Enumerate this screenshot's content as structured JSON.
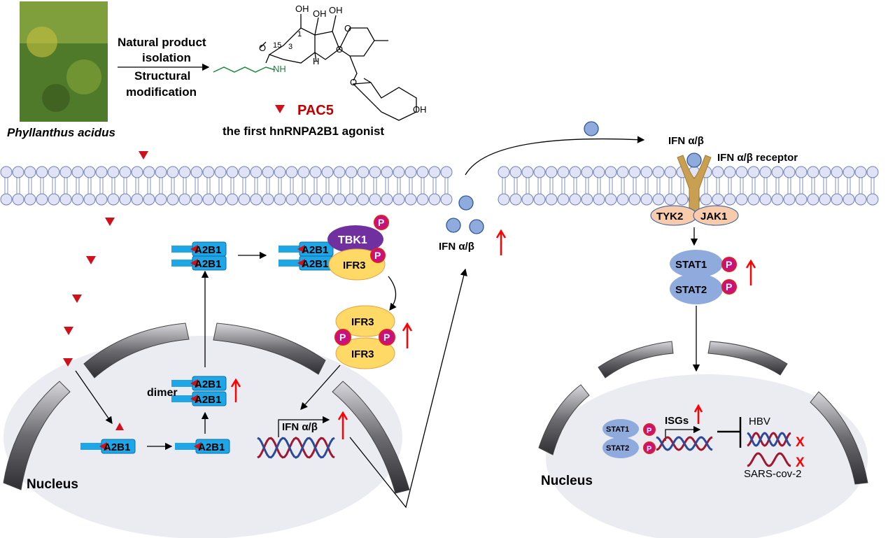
{
  "source": {
    "plant_name": "Phyllanthus acidus"
  },
  "process": {
    "line1": "Natural product",
    "line2": "isolation",
    "line3": "Structural",
    "line4": "modification"
  },
  "compound": {
    "name": "PAC5",
    "subtitle": "the first hnRNPA2B1 agonist",
    "atoms": {
      "oh1": "OH",
      "oh2": "OH",
      "oh3": "OH",
      "oh4": "OH",
      "o1": "O",
      "o2": "O",
      "o3": "O",
      "o4": "O",
      "o5": "O",
      "nh": "NH",
      "h": "H",
      "c1": "1",
      "c3": "3",
      "c15": "15"
    }
  },
  "left": {
    "a2b1": "A2B1",
    "dimer": "dimer",
    "tbk1": "TBK1",
    "ifr3": "IFR3",
    "p": "P",
    "ifn": "IFN α/β",
    "nucleus": "Nucleus"
  },
  "right": {
    "ifn": "IFN α/β",
    "receptor": "IFN α/β receptor",
    "tyk2": "TYK2",
    "jak1": "JAK1",
    "stat1": "STAT1",
    "stat2": "STAT2",
    "p": "P",
    "isgs": "ISGs",
    "hbv": "HBV",
    "sars": "SARS-cov-2",
    "x": "X",
    "nucleus": "Nucleus"
  },
  "colors": {
    "a2b1": "#1ea6e6",
    "pac5": "#d0101a",
    "tbk1": "#7030a0",
    "ifr3": "#ffd966",
    "stat": "#8faadc",
    "phospho": "#c8107e",
    "up_arrow": "#ff0000"
  }
}
